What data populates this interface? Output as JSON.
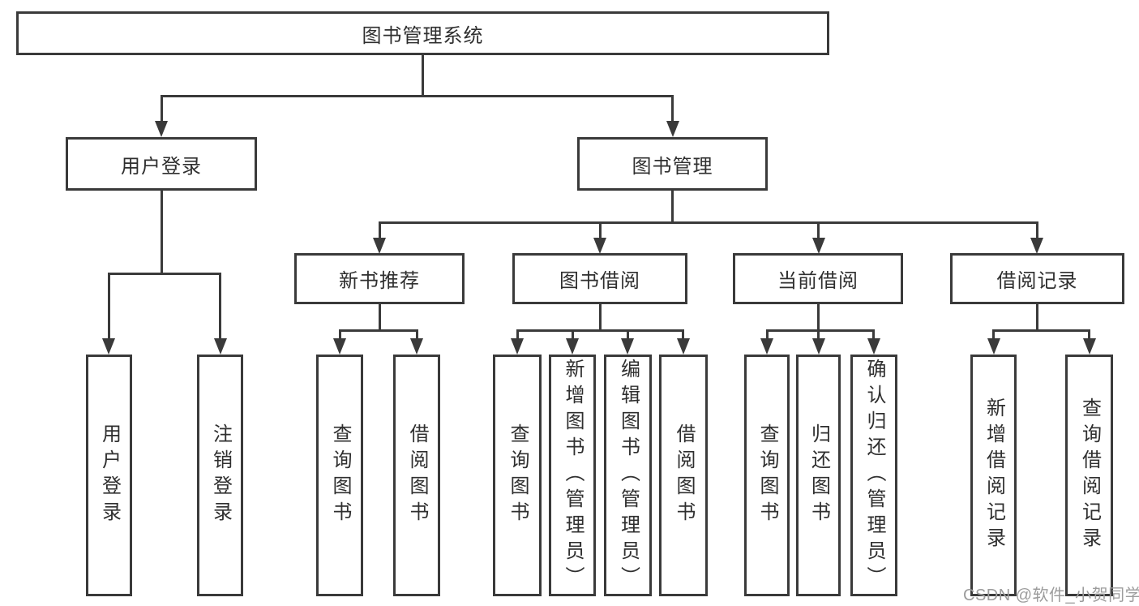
{
  "diagram": {
    "title": "图书管理系统",
    "watermark": "CSDN @软件_小贺同学",
    "colors": {
      "background": "#ffffff",
      "line": "#3a3a3a",
      "text": "#2f2f2f",
      "watermark": "#9c9c9c"
    },
    "nodes": {
      "root": "图书管理系统",
      "user_login": "用户登录",
      "book_management": "图书管理",
      "new_book_recommend": "新书推荐",
      "book_borrow": "图书借阅",
      "current_borrow": "当前借阅",
      "borrow_records": "借阅记录",
      "login": "用户登录",
      "logout": "注销登录",
      "rec_query_books": "查询图书",
      "rec_borrow_books": "借阅图书",
      "bb_query_books": "查询图书",
      "bb_add_books": "新增图书（管理员）",
      "bb_edit_books": "编辑图书（管理员）",
      "bb_borrow_books": "借阅图书",
      "cb_query_books": "查询图书",
      "cb_return_books": "归还图书",
      "cb_confirm_return": "确认归还（管理员）",
      "br_add_record": "新增借阅记录",
      "br_query_record": "查询借阅记录"
    },
    "tree": {
      "label": "图书管理系统",
      "children": [
        {
          "label": "用户登录",
          "children": [
            {
              "label": "用户登录"
            },
            {
              "label": "注销登录"
            }
          ]
        },
        {
          "label": "图书管理",
          "children": [
            {
              "label": "新书推荐",
              "children": [
                {
                  "label": "查询图书"
                },
                {
                  "label": "借阅图书"
                }
              ]
            },
            {
              "label": "图书借阅",
              "children": [
                {
                  "label": "查询图书"
                },
                {
                  "label": "新增图书（管理员）"
                },
                {
                  "label": "编辑图书（管理员）"
                },
                {
                  "label": "借阅图书"
                }
              ]
            },
            {
              "label": "当前借阅",
              "children": [
                {
                  "label": "查询图书"
                },
                {
                  "label": "归还图书"
                },
                {
                  "label": "确认归还（管理员）"
                }
              ]
            },
            {
              "label": "借阅记录",
              "children": [
                {
                  "label": "新增借阅记录"
                },
                {
                  "label": "查询借阅记录"
                }
              ]
            }
          ]
        }
      ]
    }
  }
}
